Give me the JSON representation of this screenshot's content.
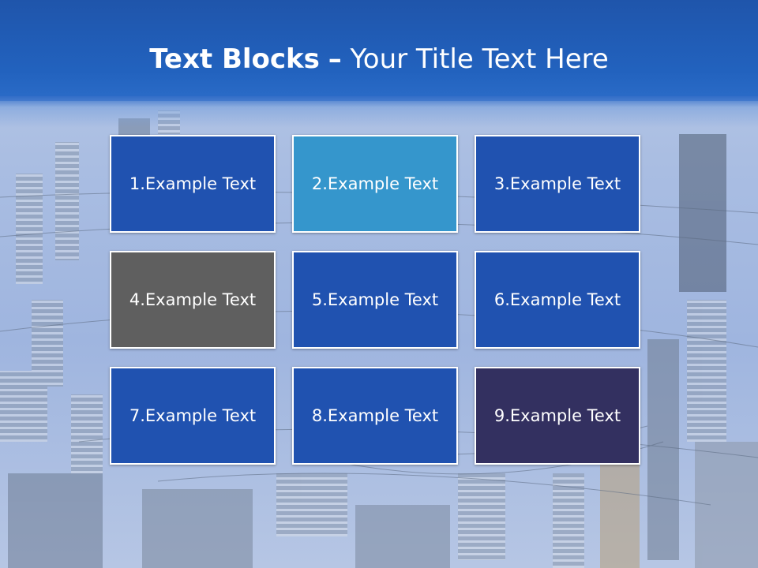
{
  "slide": {
    "title_bold": "Text Blocks",
    "title_dash": "–",
    "title_rest": "Your Title Text Here"
  },
  "blocks": [
    {
      "label": "1.Example Text",
      "color": "#2052b0"
    },
    {
      "label": "2.Example Text",
      "color": "#3596cc"
    },
    {
      "label": "3.Example Text",
      "color": "#2052b0"
    },
    {
      "label": "4.Example Text",
      "color": "#5f5f5f"
    },
    {
      "label": "5.Example Text",
      "color": "#2052b0"
    },
    {
      "label": "6.Example Text",
      "color": "#2052b0"
    },
    {
      "label": "7.Example Text",
      "color": "#2052b0"
    },
    {
      "label": "8.Example Text",
      "color": "#2052b0"
    },
    {
      "label": "9.Example Text",
      "color": "#333060"
    }
  ],
  "colors": {
    "header": "#2262be",
    "text": "#ffffff"
  }
}
